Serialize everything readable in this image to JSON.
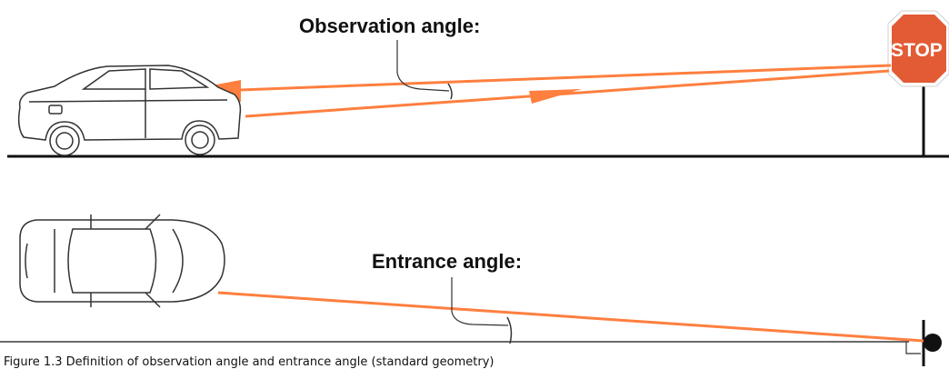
{
  "observation_label": "Observation angle:",
  "entrance_label": "Entrance angle:",
  "stop_sign_text": "STOP",
  "caption": "Figure 1.3 Definition of observation angle and entrance angle (standard geometry)",
  "colors": {
    "ray": "#ff7f3f",
    "line": "#111111",
    "stop_red": "#e25b35",
    "car_outline": "#333333"
  },
  "icons": [
    "car-side-icon",
    "car-top-icon",
    "stop-sign-icon",
    "reflector-icon"
  ]
}
